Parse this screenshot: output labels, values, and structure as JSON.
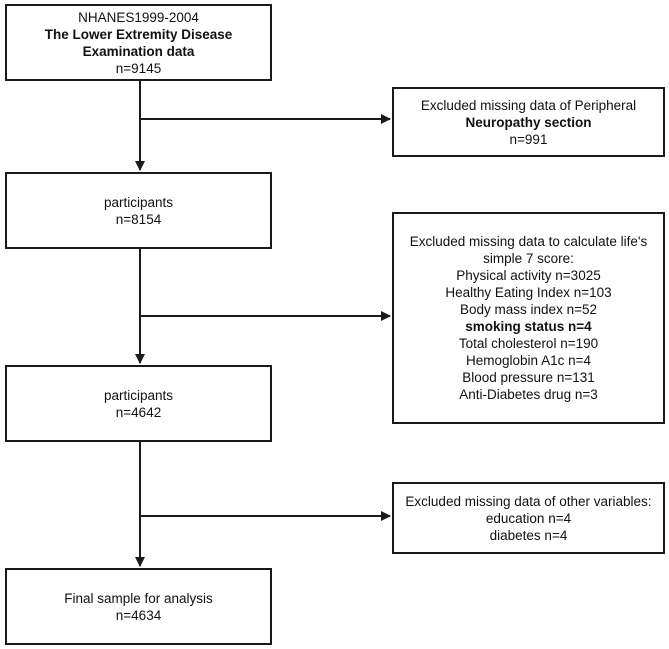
{
  "flowchart": {
    "start": {
      "line1": "NHANES1999-2004",
      "line2": "The Lower Extremity Disease",
      "line3": "Examination data",
      "line4": "n=9145"
    },
    "exclusion1": {
      "line1": "Excluded missing data of Peripheral",
      "line2": "Neuropathy section",
      "line3": "n=991"
    },
    "participants1": {
      "line1": "participants",
      "line2": "n=8154"
    },
    "exclusion2": {
      "line1": "Excluded missing data to calculate life's",
      "line2": "simple 7 score:",
      "items": [
        "Physical activity n=3025",
        "Healthy Eating Index n=103",
        "Body mass index n=52",
        "smoking status n=4",
        "Total cholesterol n=190",
        "Hemoglobin A1c n=4",
        "Blood pressure n=131",
        "Anti-Diabetes drug n=3"
      ]
    },
    "participants2": {
      "line1": "participants",
      "line2": "n=4642"
    },
    "exclusion3": {
      "line1": "Excluded missing data of other variables:",
      "line2": "education n=4",
      "line3": "diabetes n=4"
    },
    "final": {
      "line1": "Final sample for analysis",
      "line2": "n=4634"
    }
  }
}
